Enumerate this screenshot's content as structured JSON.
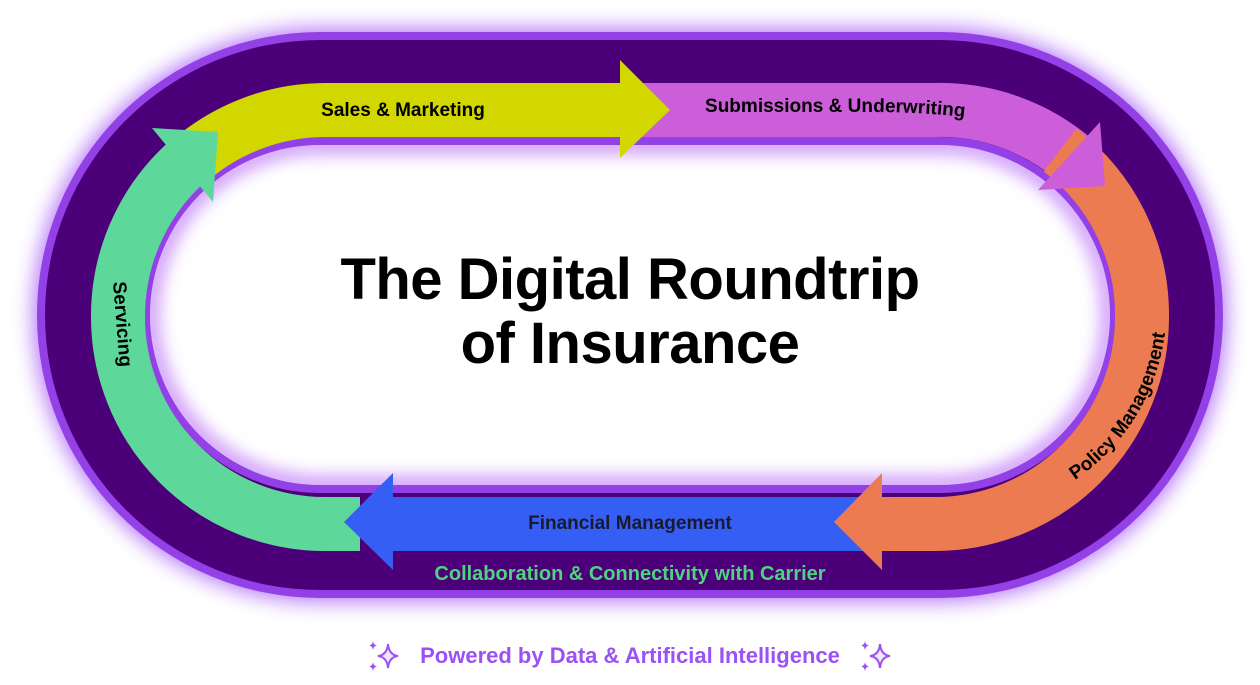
{
  "title": {
    "line1": "The Digital Roundtrip",
    "line2": "of Insurance"
  },
  "stages": [
    {
      "id": "sales",
      "label": "Sales & Marketing",
      "color": "#d2d700"
    },
    {
      "id": "submissions",
      "label": "Submissions & Underwriting",
      "color": "#cc5fd9"
    },
    {
      "id": "policy",
      "label": "Policy Management",
      "color": "#ec7b52"
    },
    {
      "id": "financial",
      "label": "Financial Management",
      "color": "#355ef5"
    },
    {
      "id": "servicing",
      "label": "Servicing",
      "color": "#5ed89a"
    }
  ],
  "track": {
    "outer_color": "#4b0079",
    "border_color": "#9340e6",
    "bottom_label": "Collaboration & Connectivity with Carrier",
    "bottom_label_color": "#4fd37f"
  },
  "footer": {
    "text": "Powered by Data & Artificial Intelligence",
    "color": "#9b51f5",
    "left_icon": "sparkles-icon",
    "right_icon": "sparkles-icon"
  }
}
